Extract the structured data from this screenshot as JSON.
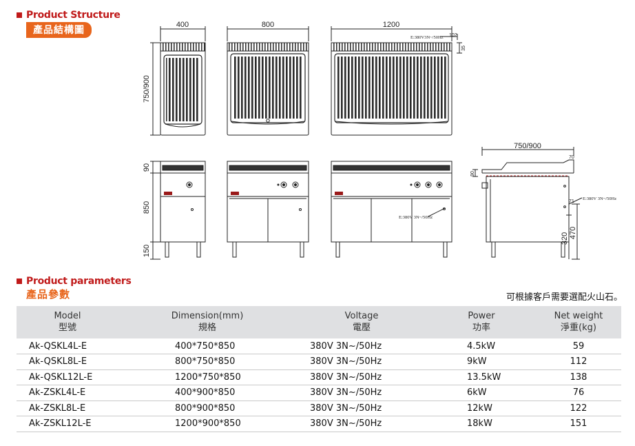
{
  "structure": {
    "title_en": "Product Structure",
    "title_zh": "產品結構圖"
  },
  "drawing": {
    "dim_400": "400",
    "dim_800": "800",
    "dim_1200": "1200",
    "dim_height": "750/900",
    "dim_side_width": "750/900",
    "dim_90": "90",
    "dim_850": "850",
    "dim_150": "150",
    "dim_102": "102",
    "dim_35": "35",
    "dim_70": "70",
    "dim_71": "71",
    "dim_320": "320",
    "dim_470": "470",
    "dim_small_90": "90",
    "voltage_tag_top": "E:380V3N~/50Hz",
    "voltage_tag_front": "E:380V 3N~/50Hz",
    "voltage_tag_side": "E:380V 3N~/50Hz"
  },
  "parameters": {
    "title_en": "Product parameters",
    "title_zh": "產品參數",
    "note": "可根據客戶需要選配火山石。",
    "headers": [
      {
        "en": "Model",
        "zh": "型號"
      },
      {
        "en": "Dimension(mm)",
        "zh": "規格"
      },
      {
        "en": "Voltage",
        "zh": "電壓"
      },
      {
        "en": "Power",
        "zh": "功率"
      },
      {
        "en": "Net weight",
        "zh": "淨重(kg)"
      }
    ],
    "rows": [
      [
        "Ak-QSKL4L-E",
        "400*750*850",
        "380V 3N~/50Hz",
        "4.5kW",
        "59"
      ],
      [
        "Ak-QSKL8L-E",
        "800*750*850",
        "380V 3N~/50Hz",
        "9kW",
        "112"
      ],
      [
        "Ak-QSKL12L-E",
        "1200*750*850",
        "380V 3N~/50Hz",
        "13.5kW",
        "138"
      ],
      [
        "Ak-ZSKL4L-E",
        "400*900*850",
        "380V 3N~/50Hz",
        "6kW",
        "76"
      ],
      [
        "Ak-ZSKL8L-E",
        "800*900*850",
        "380V 3N~/50Hz",
        "12kW",
        "122"
      ],
      [
        "Ak-ZSKL12L-E",
        "1200*900*850",
        "380V 3N~/50Hz",
        "18kW",
        "151"
      ]
    ]
  }
}
